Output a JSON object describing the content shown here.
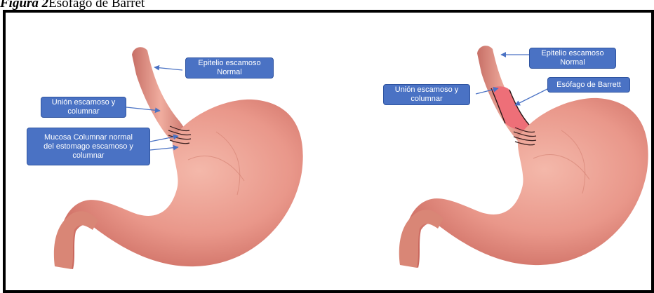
{
  "caption": {
    "number": "Figura 2",
    "title": "Esófago de Barret"
  },
  "left_panel": {
    "labels": {
      "epithelium": [
        "Epitelio escamoso",
        "Normal"
      ],
      "junction": [
        "Unión escamoso y",
        "columnar"
      ],
      "mucosa": [
        "Mucosa Columnar normal",
        "del estomago escamoso y",
        "columnar"
      ]
    }
  },
  "right_panel": {
    "labels": {
      "epithelium": [
        "Epitelio escamoso",
        "Normal"
      ],
      "junction": [
        "Unión escamoso y",
        "columnar"
      ],
      "barrett": [
        "Esófago de Barrett"
      ]
    }
  },
  "colors": {
    "label_fill": "#4a72c4",
    "arrow": "#4a72c4",
    "stomach": "#e79483",
    "barrett_area": "#ee6f78"
  }
}
